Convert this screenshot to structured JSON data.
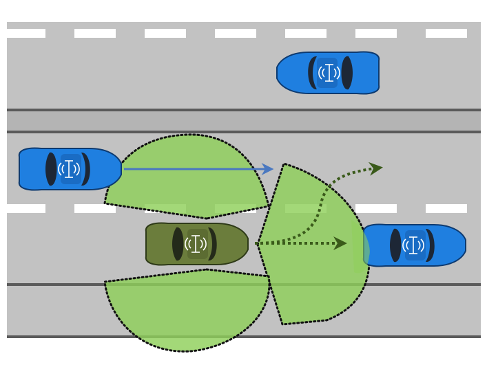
{
  "scene": {
    "colors": {
      "road": "#bdbdbd",
      "road_dark": "#5a5a5a",
      "lane_dash": "#ffffff",
      "sensor_fill": "#8fcf5a",
      "sensor_outline": "#111111",
      "connected_car": "#1f7fe0",
      "ego_car": "#6b7d3c",
      "arrow_blue": "#4a78c0",
      "arrow_green": "#3a5a1a"
    },
    "icons": [
      "wireless-antenna-icon"
    ],
    "vehicles": [
      {
        "role": "connected-car",
        "lane": "top",
        "heading": "left",
        "has_v2x_antenna": true
      },
      {
        "role": "connected-car",
        "lane": "middle",
        "heading": "right",
        "has_v2x_antenna": true
      },
      {
        "role": "ego-car",
        "lane": "lower",
        "heading": "right",
        "has_v2x_antenna": true
      },
      {
        "role": "connected-car",
        "lane": "lower",
        "heading": "right",
        "has_v2x_antenna": true
      }
    ],
    "sensor_zones": [
      "ego-front-sensor",
      "ego-rear-left-sensor",
      "ego-rear-right-sensor"
    ],
    "paths": [
      "connected-car-straight-arrow",
      "ego-lane-change-arrow",
      "ego-straight-arrow"
    ]
  }
}
